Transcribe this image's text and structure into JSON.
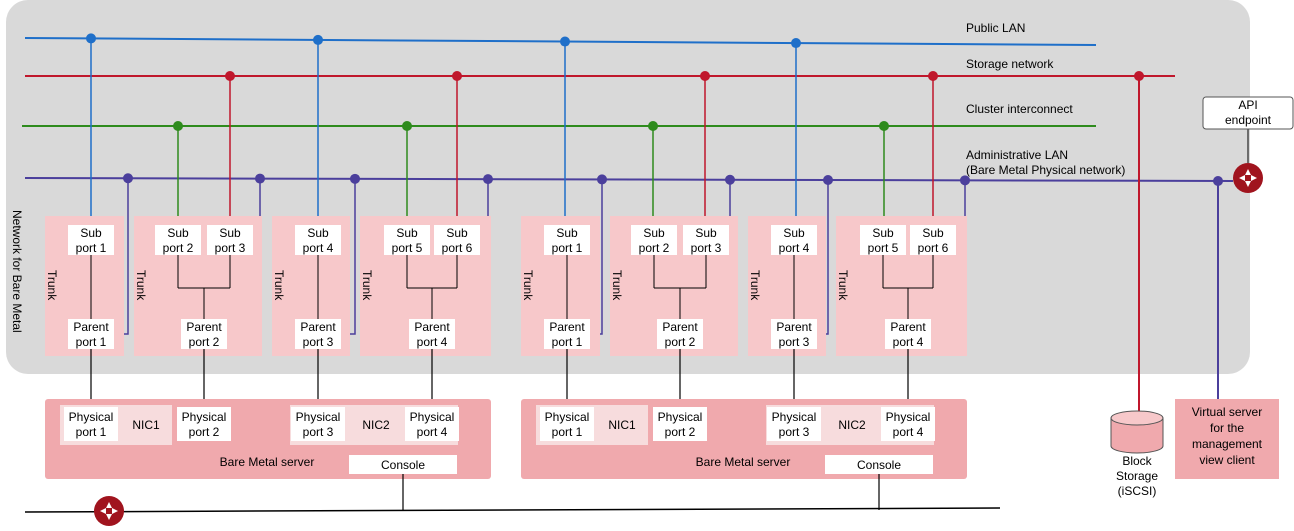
{
  "networks": {
    "public_lan": "Public LAN",
    "storage_network": "Storage network",
    "cluster_interconnect": "Cluster interconnect",
    "admin_lan_line1": "Administrative LAN",
    "admin_lan_line2": "(Bare Metal Physical network)"
  },
  "region_label": "Network for Bare Metal",
  "trunk_label": "Trunk",
  "sub_label": "Sub",
  "sub_ports": [
    "port 1",
    "port 2",
    "port 3",
    "port 4",
    "port 5",
    "port 6"
  ],
  "parent_label": "Parent",
  "parent_ports": [
    "port 1",
    "port 2",
    "port 3",
    "port 4"
  ],
  "physical_label": "Physical",
  "physical_ports": [
    "port 1",
    "port 2",
    "port 3",
    "port 4"
  ],
  "nics": [
    "NIC1",
    "NIC2"
  ],
  "server_label": "Bare Metal server",
  "console_label": "Console",
  "api_endpoint": [
    "API",
    "endpoint"
  ],
  "block_storage": [
    "Block",
    "Storage",
    "(iSCSI)"
  ],
  "virtual_server": [
    "Virtual server",
    "for the",
    "management",
    "view client"
  ],
  "colors": {
    "public": "#1f6fc9",
    "storage": "#c0172c",
    "cluster": "#2e8b1d",
    "admin": "#4b3f9c",
    "region_bg": "#d9d9d9",
    "trunk_bg": "#f7c8ca",
    "server_bg": "#f0a9ad",
    "router": "#a0141e"
  }
}
